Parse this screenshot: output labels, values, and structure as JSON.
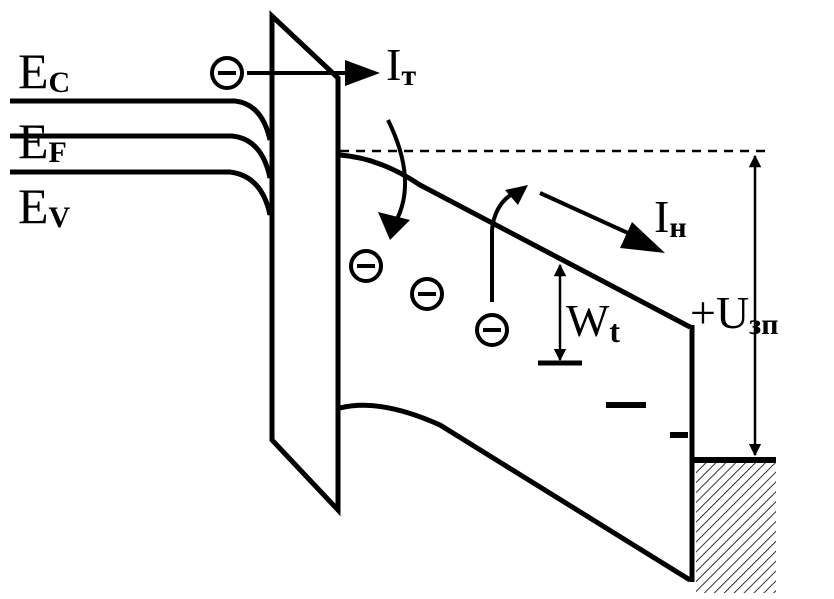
{
  "labels": {
    "ec": "E",
    "ec_sub": "C",
    "ef": "E",
    "ef_sub": "F",
    "ev": "E",
    "ev_sub": "V",
    "it": "I",
    "it_sub": "т",
    "in": "I",
    "in_sub": "н",
    "wt": "W",
    "wt_sub": "t",
    "uzp": "+U",
    "uzp_sub": "зп",
    "minus": "–",
    "electron": "–"
  },
  "colors": {
    "ink": "#000000",
    "background": "#ffffff"
  }
}
